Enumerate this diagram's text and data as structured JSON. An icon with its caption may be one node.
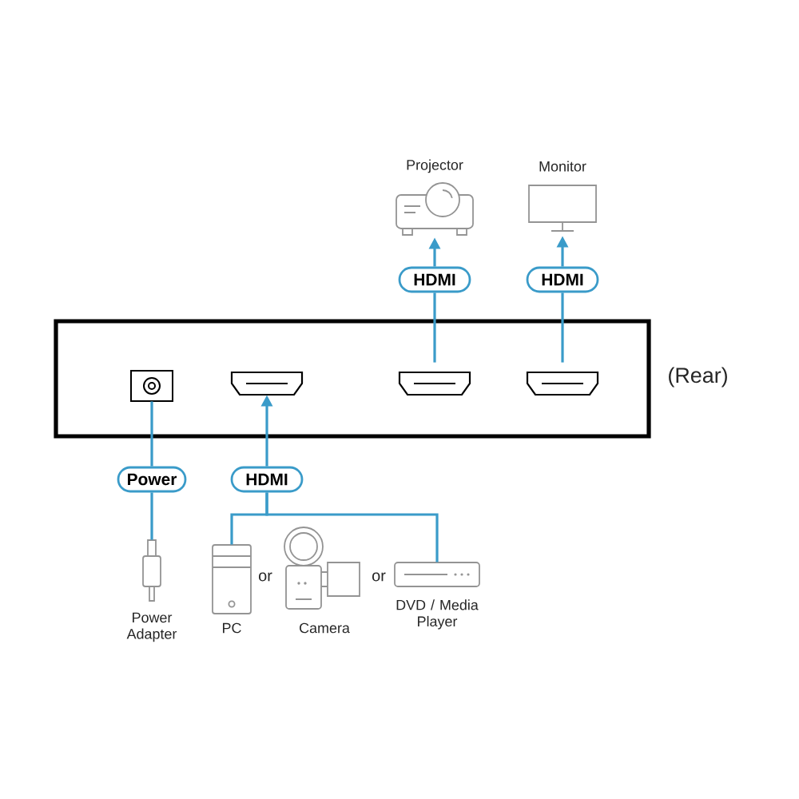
{
  "diagram": {
    "nodes": [
      {
        "text": [
          "Projector"
        ]
      },
      {
        "text": [
          "Monitor"
        ]
      },
      {
        "text": [
          "HDMI"
        ]
      },
      {
        "text": [
          "HDMI"
        ]
      },
      {
        "text": [
          "(Rear)"
        ]
      },
      {
        "text": [],
        "shape": "picture",
        "in": 4
      },
      {
        "text": [],
        "shape": "picture",
        "in": 4
      },
      {
        "text": [],
        "shape": "picture",
        "in": 4
      },
      {
        "text": [],
        "shape": "picture",
        "in": 4
      },
      {
        "text": [
          "Power"
        ]
      },
      {
        "text": [
          "HDMI"
        ]
      },
      {
        "text": [
          "Power Adapter"
        ]
      },
      {
        "text": [
          "PC"
        ]
      },
      {
        "text": [
          "Camera"
        ]
      },
      {
        "text": [
          "DVD / Media Player"
        ]
      }
    ],
    "edges": [
      {
        "from": 7,
        "to": 2,
        "arrow": "none"
      },
      {
        "from": 2,
        "to": 0,
        "arrow": "to"
      },
      {
        "from": 8,
        "to": 3,
        "arrow": "none"
      },
      {
        "from": 3,
        "to": 1,
        "arrow": "to"
      },
      {
        "from": 5,
        "to": 9,
        "arrow": "none"
      },
      {
        "from": 9,
        "to": 11,
        "arrow": "none"
      },
      {
        "from": 10,
        "to": 6,
        "arrow": "to"
      },
      {
        "from": 12,
        "to": 10,
        "arrow": "none"
      },
      {
        "from": 14,
        "to": 10,
        "arrow": "none"
      }
    ],
    "labels": [
      "or",
      "or"
    ]
  }
}
